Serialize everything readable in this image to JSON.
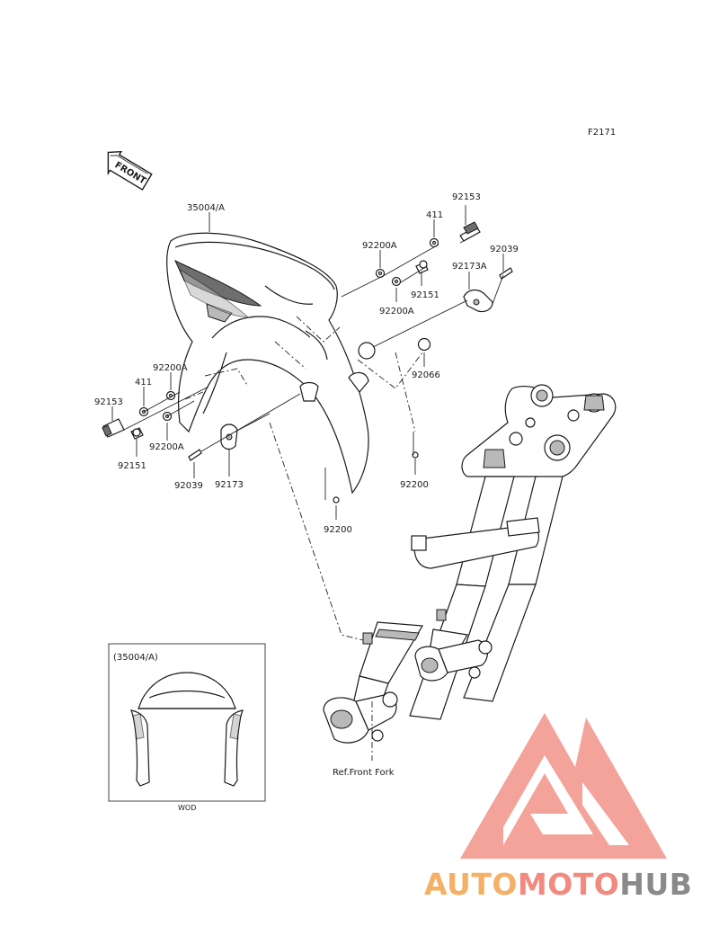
{
  "diagram_code": "F2171",
  "front_arrow_label": "FRONT",
  "parts": {
    "fender": "35004/A",
    "screw_top": "92153",
    "screw_left": "92153",
    "collar_top": "411",
    "collar_left": "411",
    "washer_top": "92200A",
    "washer_top_lower": "92200A",
    "washer_left_upper": "92200A",
    "washer_left_lower": "92200A",
    "bolt_top": "92151",
    "bolt_left": "92151",
    "clamp_right": "92173A",
    "clamp_left": "92173",
    "pin_right": "92039",
    "pin_left": "92039",
    "grommet": "92066",
    "washer_right": "92200",
    "washer_bottom": "92200"
  },
  "reference_label": "Ref.Front Fork",
  "inset": {
    "title": "(35004/A)",
    "caption": "WOD"
  },
  "watermark": {
    "part1": "AUTO",
    "part2": "MOTO",
    "part3": "HUB",
    "color_orange": "#f5b066",
    "color_red": "#f28a80",
    "color_gray": "#8a8a8a"
  }
}
